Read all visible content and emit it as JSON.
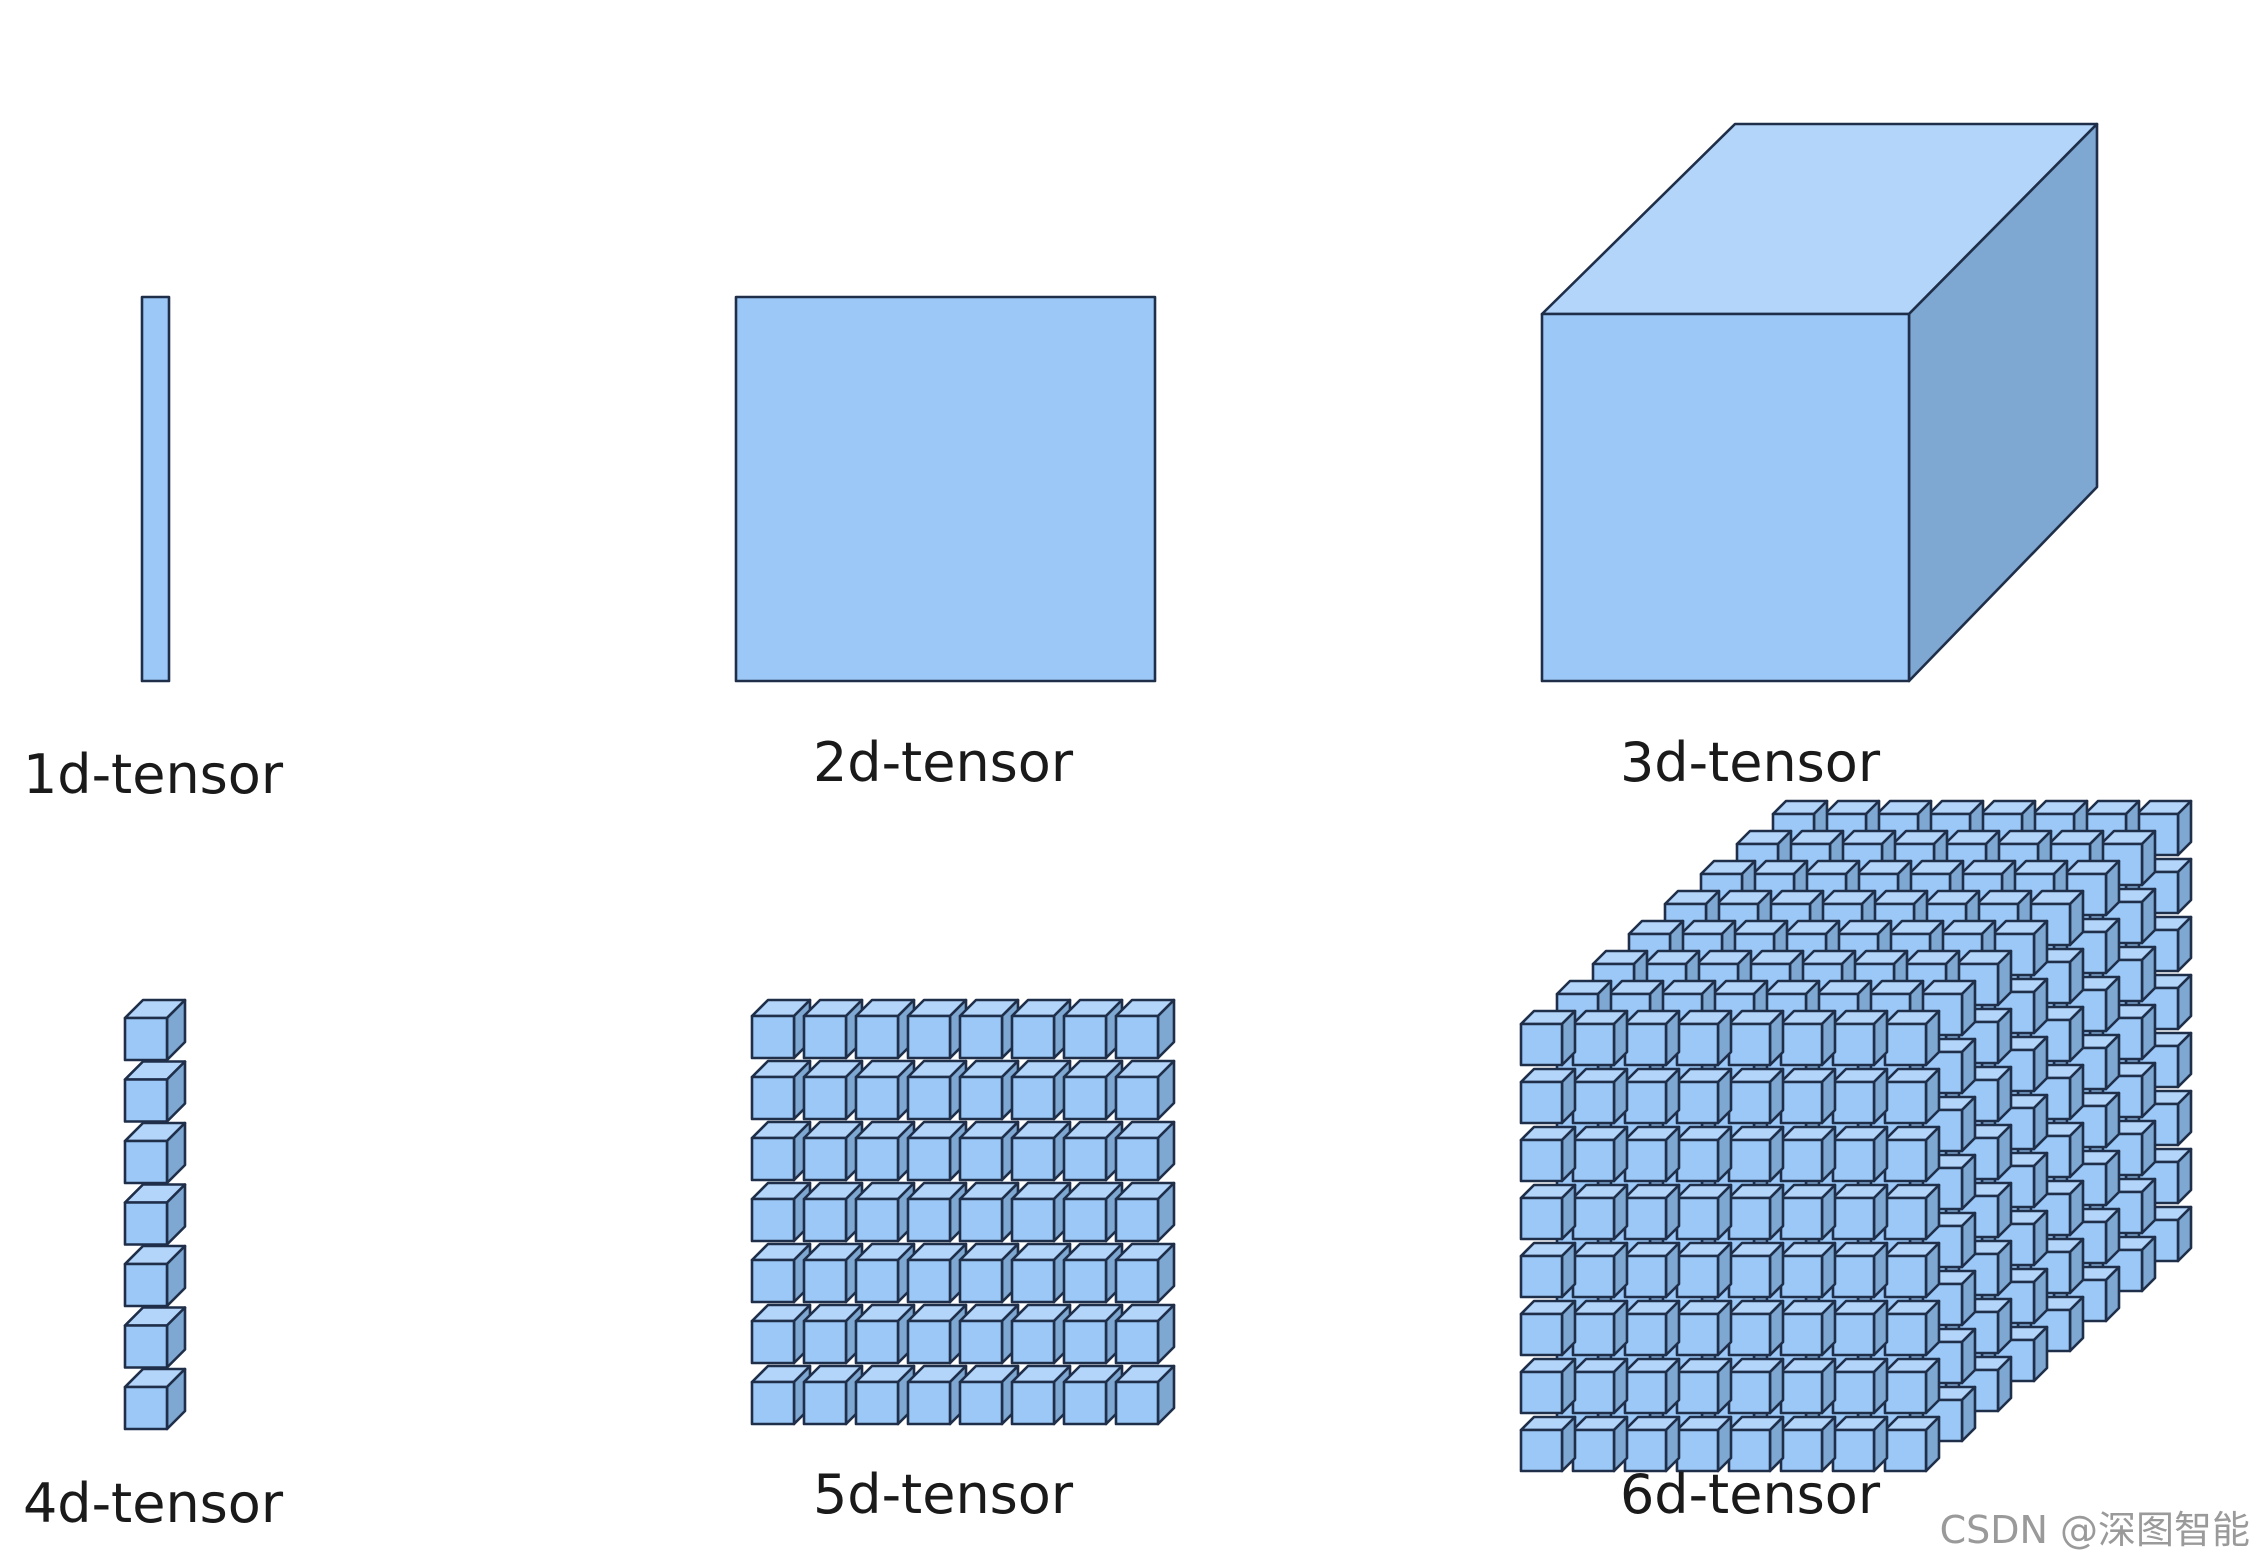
{
  "colors": {
    "front": "#9cc8f8",
    "top": "#b3d5fa",
    "side": "#7ea7d1",
    "stroke": "#1f2f4a"
  },
  "panels": [
    {
      "id": "1d",
      "label": "1d-tensor",
      "cubes": 1
    },
    {
      "id": "2d",
      "label": "2d-tensor",
      "cubes": 1
    },
    {
      "id": "3d",
      "label": "3d-tensor",
      "cubes": 1
    },
    {
      "id": "4d",
      "label": "4d-tensor",
      "cubes": 7
    },
    {
      "id": "5d",
      "label": "5d-tensor",
      "cubes": 56
    },
    {
      "id": "6d",
      "label": "6d-tensor",
      "cubes": 512
    }
  ],
  "watermark": "CSDN @深图智能"
}
